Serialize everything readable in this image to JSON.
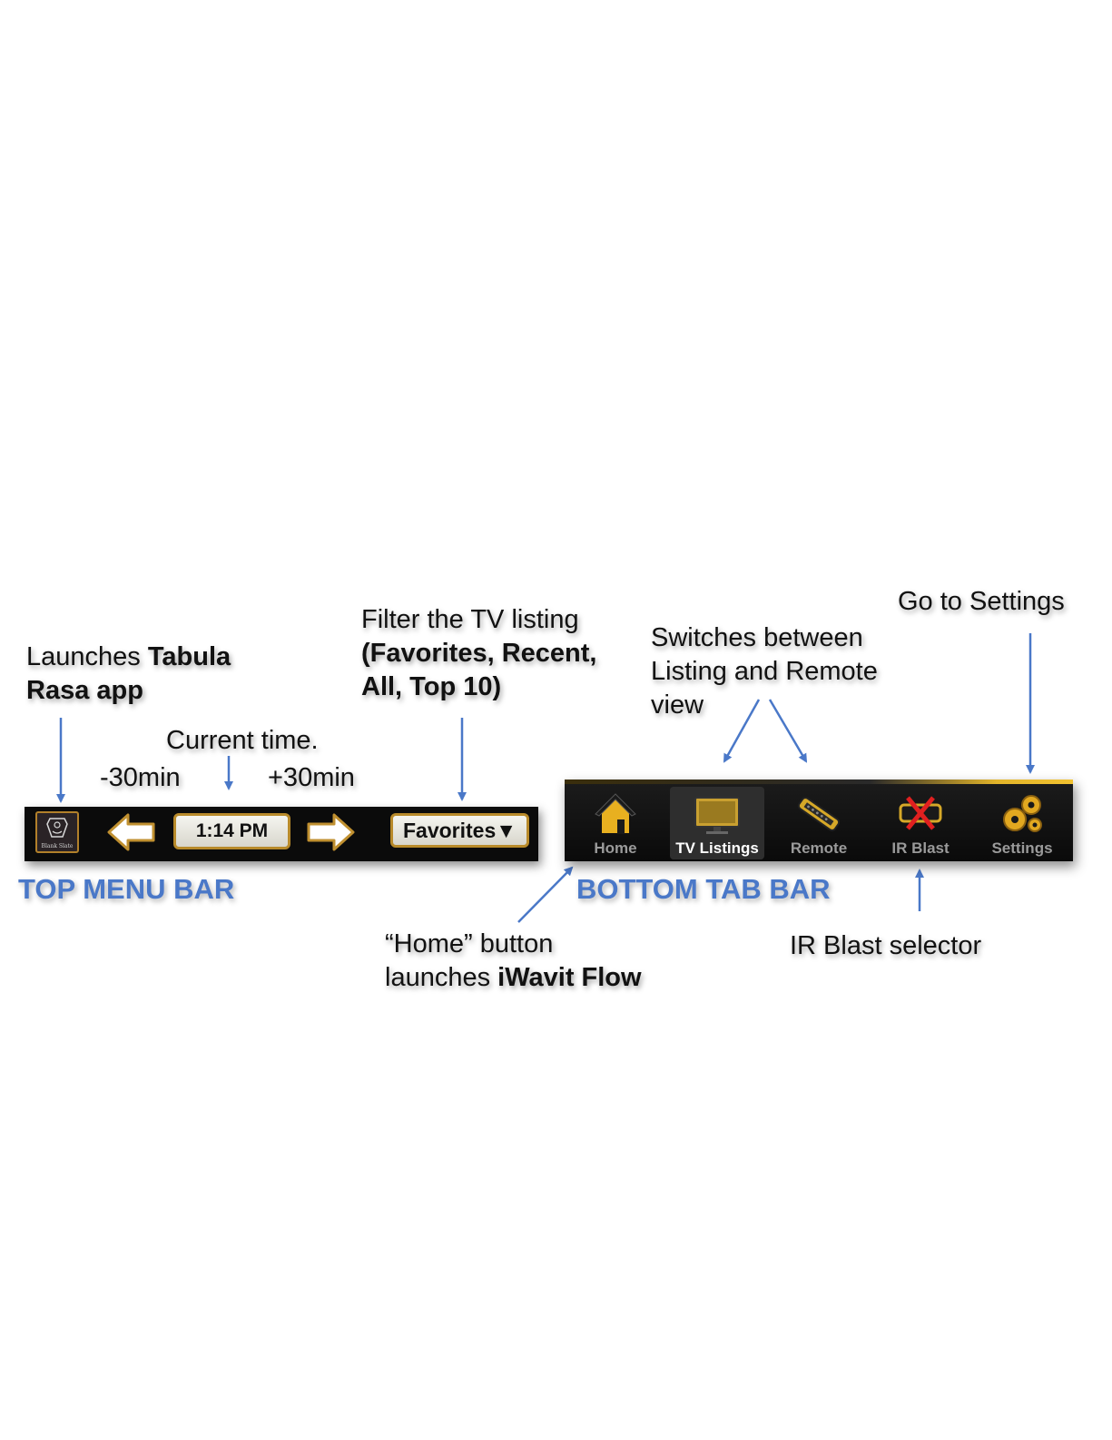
{
  "annotations": {
    "tabula": {
      "prefix": "Launches ",
      "bold1": "Tabula",
      "bold2": "Rasa app"
    },
    "current_time": "Current time.",
    "minus30": "-30min",
    "plus30": "+30min",
    "filter": {
      "line1": "Filter the TV listing",
      "bold1": "(Favorites, Recent,",
      "bold2": "All, Top 10)"
    },
    "switches": {
      "line1": "Switches between",
      "line2": "Listing and Remote",
      "line3": "view"
    },
    "settings": "Go to Settings",
    "home": {
      "line1": "“Home” button",
      "prefix2": "launches ",
      "bold2": "iWavit Flow"
    },
    "ir": "IR Blast selector"
  },
  "labels": {
    "top_menu_bar": "TOP MENU BAR",
    "bottom_tab_bar": "BOTTOM TAB BAR"
  },
  "top_menu_bar": {
    "logo_caption": "Blank Slate",
    "time": "1:14 PM",
    "filter_value": "Favorites▼"
  },
  "bottom_tab_bar": {
    "tabs": [
      {
        "label": "Home",
        "icon": "house-icon",
        "active": false
      },
      {
        "label": "TV Listings",
        "icon": "tv-icon",
        "active": true
      },
      {
        "label": "Remote",
        "icon": "remote-icon",
        "active": false
      },
      {
        "label": "IR Blast",
        "icon": "ir-blast-icon",
        "active": false
      },
      {
        "label": "Settings",
        "icon": "gears-icon",
        "active": false
      }
    ]
  },
  "colors": {
    "accent": "#4a78c8",
    "gold": "#e2b42a",
    "bar": "#0b0b0b"
  }
}
